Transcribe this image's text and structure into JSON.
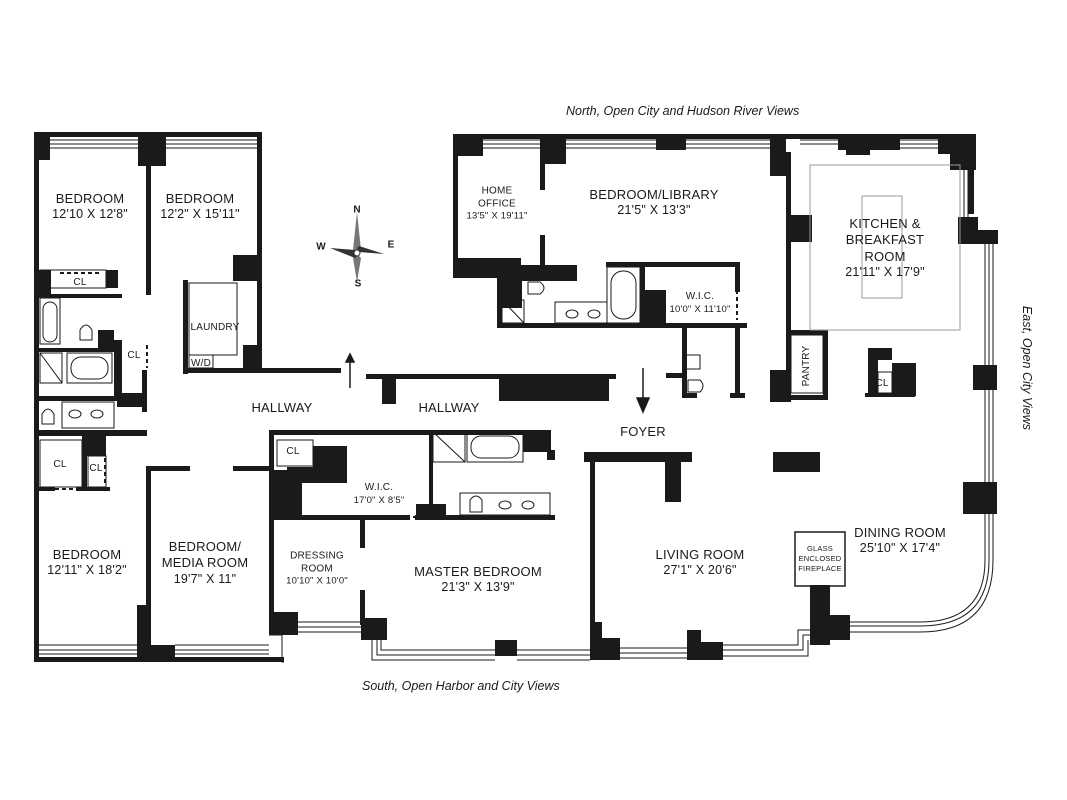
{
  "views": {
    "north": "North, Open City and Hudson River Views",
    "south": "South, Open Harbor and City Views",
    "east": "East, Open City Views"
  },
  "compass": {
    "n": "N",
    "s": "S",
    "e": "E",
    "w": "W"
  },
  "rooms": {
    "bedroom_nw": {
      "name": "BEDROOM",
      "dims": "12'10 X 12'8\""
    },
    "bedroom_n2": {
      "name": "BEDROOM",
      "dims": "12'2\" X 15'11\""
    },
    "bedroom_sw": {
      "name": "BEDROOM",
      "dims": "12'11\" X 18'2\""
    },
    "media_room": {
      "name1": "BEDROOM/",
      "name2": "MEDIA ROOM",
      "dims": "19'7\" X 11\""
    },
    "home_office": {
      "name1": "HOME",
      "name2": "OFFICE",
      "dims": "13'5\" X 19'11\""
    },
    "bedroom_library": {
      "name": "BEDROOM/LIBRARY",
      "dims": "21'5\" X 13'3\""
    },
    "kitchen": {
      "name1": "KITCHEN &",
      "name2": "BREAKFAST",
      "name3": "ROOM",
      "dims": "21'11\" X 17'9\""
    },
    "wic_north": {
      "name": "W.I.C.",
      "dims": "10'0\" X 11'10\""
    },
    "wic_master": {
      "name": "W.I.C.",
      "dims": "17'0\" X 8'5\""
    },
    "dressing_room": {
      "name1": "DRESSING",
      "name2": "ROOM",
      "dims": "10'10\" X 10'0\""
    },
    "master_bedroom": {
      "name": "MASTER BEDROOM",
      "dims": "21'3\" X 13'9\""
    },
    "living_room": {
      "name": "LIVING ROOM",
      "dims": "27'1\" X 20'6\""
    },
    "dining_room": {
      "name": "DINING ROOM",
      "dims": "25'10\" X 17'4\""
    },
    "fireplace": {
      "line1": "GLASS",
      "line2": "ENCLOSED",
      "line3": "FIREPLACE"
    },
    "laundry": {
      "name": "LAUNDRY"
    },
    "wd": {
      "name": "W/D"
    },
    "pantry": {
      "name": "PANTRY"
    },
    "hallway_w": {
      "name": "HALLWAY"
    },
    "hallway_c": {
      "name": "HALLWAY"
    },
    "foyer": {
      "name": "FOYER"
    }
  },
  "closets": {
    "label": "CL"
  }
}
